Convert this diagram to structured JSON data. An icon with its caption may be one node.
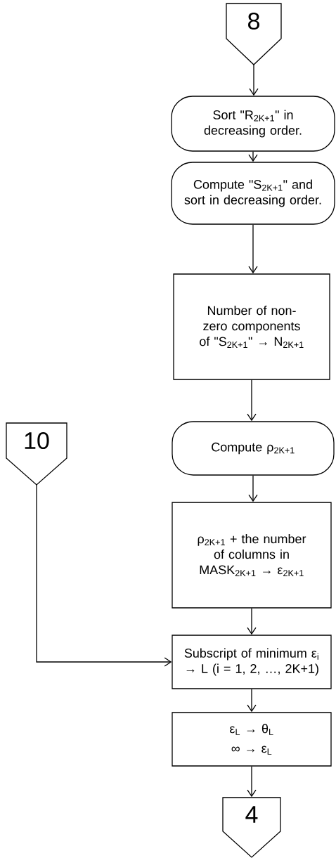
{
  "diagram": {
    "nodes": [
      {
        "text": [
          "8"
        ]
      },
      {
        "text": [
          "Sort \"R$_{2K+1}$\" in decreasing order."
        ]
      },
      {
        "text": [
          "Compute \"S$_{2K+1}$\" and sort in decreasing order."
        ]
      },
      {
        "text": [
          "Number of non-zero components of \"S$_{2K+1}$\" → N$_{2K+1}$"
        ]
      },
      {
        "text": [
          "Compute ρ$_{2K+1}$"
        ]
      },
      {
        "text": [
          "ρ$_{2K+1}$ + the number of columns in MASK$_{2K+1}$ → ε$_{2K+1}$"
        ]
      },
      {
        "text": [
          "10"
        ]
      },
      {
        "text": [
          "Subscript of minimum ε$_{i}$ → L (i = 1, 2, …, 2K+1)"
        ]
      },
      {
        "text": [
          "ε$_{L}$ → θ$_{L}$",
          "∞ → ε$_{L}$"
        ]
      },
      {
        "text": [
          "4"
        ]
      }
    ],
    "edges": [
      {
        "from": 0,
        "to": 1,
        "arrow": "to"
      },
      {
        "from": 1,
        "to": 2,
        "arrow": "to"
      },
      {
        "from": 2,
        "to": 3,
        "arrow": "to"
      },
      {
        "from": 3,
        "to": 4,
        "arrow": "to"
      },
      {
        "from": 4,
        "to": 5,
        "arrow": "to"
      },
      {
        "from": 5,
        "to": 7,
        "arrow": "to"
      },
      {
        "from": 6,
        "to": 7,
        "arrow": "to"
      },
      {
        "from": 7,
        "to": 8,
        "arrow": "to"
      },
      {
        "from": 8,
        "to": 9,
        "arrow": "to"
      }
    ]
  }
}
